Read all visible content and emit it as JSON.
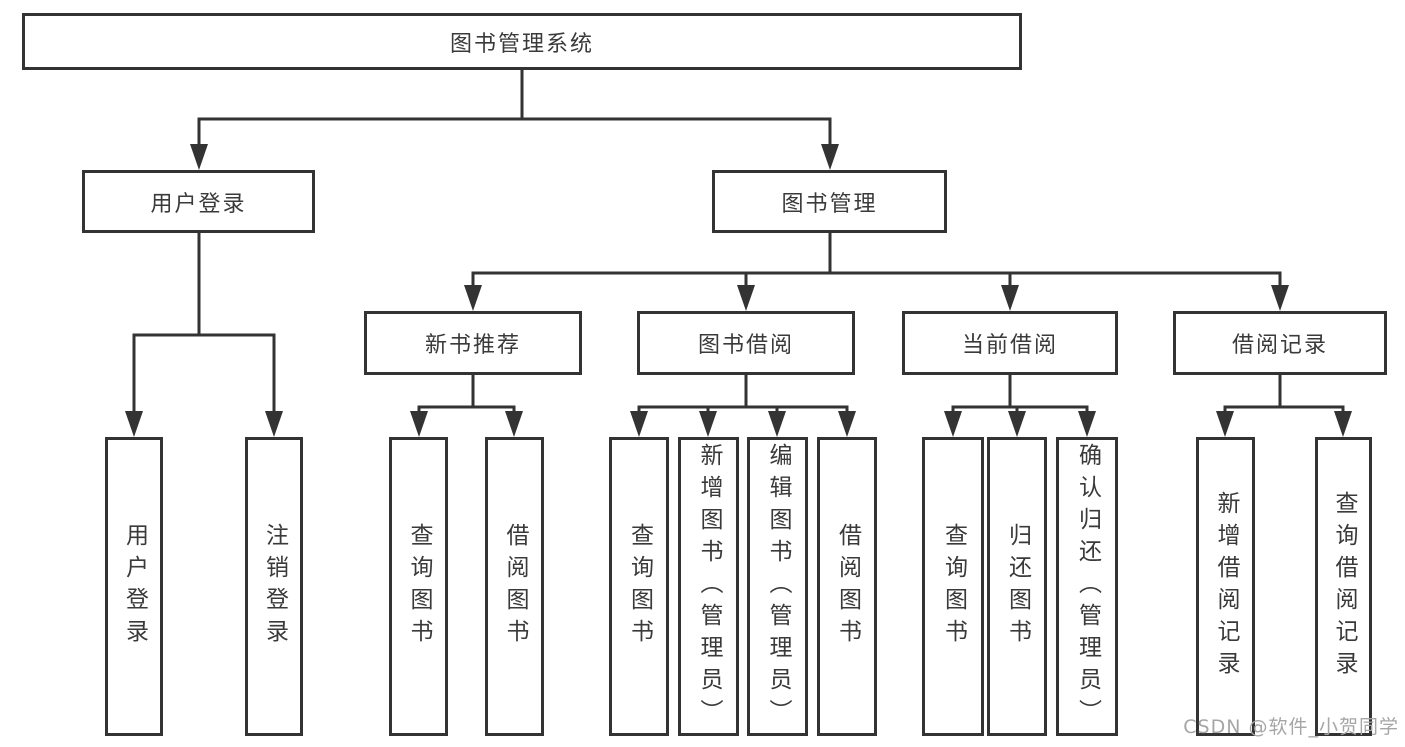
{
  "nodes": {
    "root": "图书管理系统",
    "branches": [
      {
        "label": "用户登录",
        "children": [
          "用户登录",
          "注销登录"
        ]
      },
      {
        "label": "图书管理",
        "modules": [
          {
            "label": "新书推荐",
            "children": [
              "查询图书",
              "借阅图书"
            ]
          },
          {
            "label": "图书借阅",
            "children": [
              "查询图书",
              "新增图书（管理员）",
              "编辑图书（管理员）",
              "借阅图书"
            ]
          },
          {
            "label": "当前借阅",
            "children": [
              "查询图书",
              "归还图书",
              "确认归还（管理员）"
            ]
          },
          {
            "label": "借阅记录",
            "children": [
              "新增借阅记录",
              "查询借阅记录"
            ]
          }
        ]
      }
    ]
  },
  "watermark": "CSDN @软件_小贺同学",
  "colors": {
    "line": "#333333",
    "text": "#3a3a3a",
    "box_background": "#ffffff",
    "page_background": "#ffffff",
    "watermark": "#a6a6a6"
  }
}
